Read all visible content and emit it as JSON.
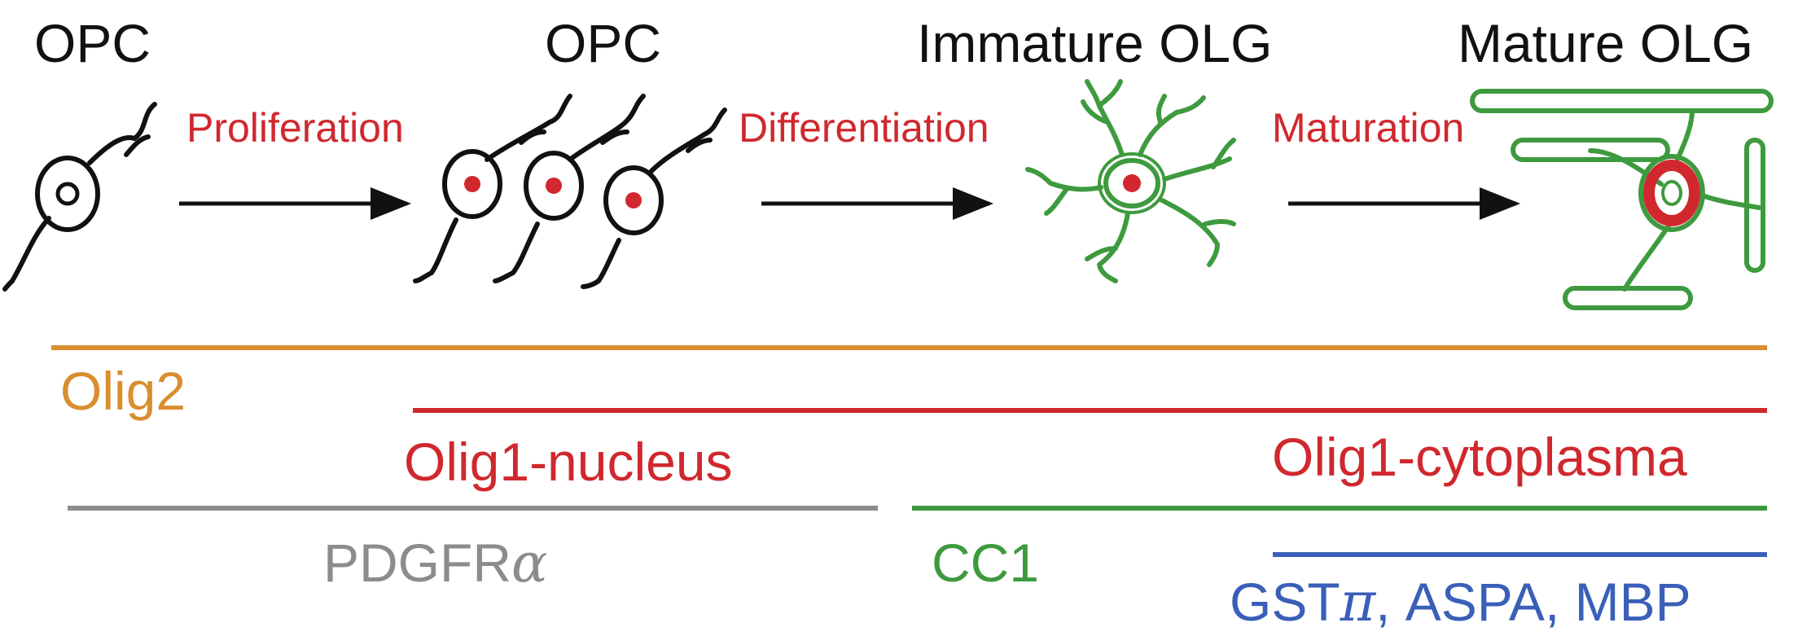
{
  "stages": {
    "opc1": "OPC",
    "opc2": "OPC",
    "immature": "Immature OLG",
    "mature": "Mature OLG"
  },
  "processes": {
    "proliferation": "Proliferation",
    "differentiation": "Differentiation",
    "maturation": "Maturation"
  },
  "markers": {
    "olig2": "Olig2",
    "olig1_nucleus": "Olig1-nucleus",
    "olig1_cytoplasma": "Olig1-cytoplasma",
    "pdgfra_base": "PDGFR",
    "pdgfra_greek": "α",
    "cc1": "CC1",
    "gst_base": "GST",
    "gst_greek": "π",
    "gst_rest": ", ASPA, MBP"
  },
  "colors": {
    "black": "#111111",
    "red": "#d0282e",
    "green": "#3e9a3e",
    "orange": "#d98e2f",
    "gray": "#8c8c8c",
    "blue": "#3a5fb8"
  },
  "icons": [
    "opc-cell-icon",
    "proliferating-opc-cells-icon",
    "immature-olg-cell-icon",
    "mature-olg-cell-icon",
    "arrow-right-icon"
  ]
}
